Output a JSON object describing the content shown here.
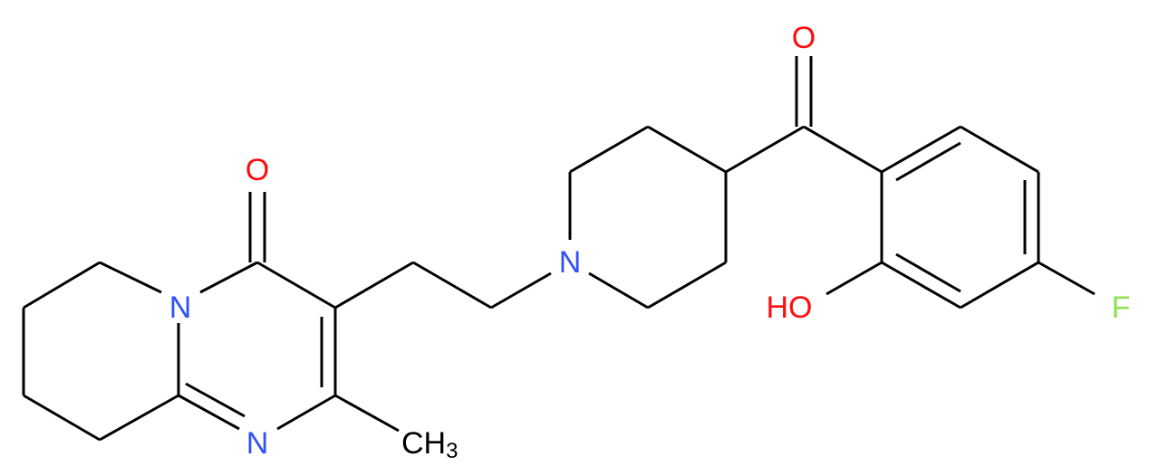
{
  "molecule": {
    "atoms": {
      "o_ketone": {
        "text": "O",
        "color": "#ff0d0d"
      },
      "o_lactam": {
        "text": "O",
        "color": "#ff0d0d"
      },
      "n_bridge": {
        "text": "N",
        "color": "#3050f8"
      },
      "n_imine": {
        "text": "N",
        "color": "#3050f8"
      },
      "n_piperidine": {
        "text": "N",
        "color": "#3050f8"
      },
      "hydroxyl": {
        "text": "HO",
        "color": "#ff0d0d"
      },
      "fluorine": {
        "text": "F",
        "color": "#90e050"
      },
      "methyl": {
        "text": "CH",
        "subscript": "3",
        "color": "#000000"
      }
    },
    "bond_color": "#000000"
  }
}
